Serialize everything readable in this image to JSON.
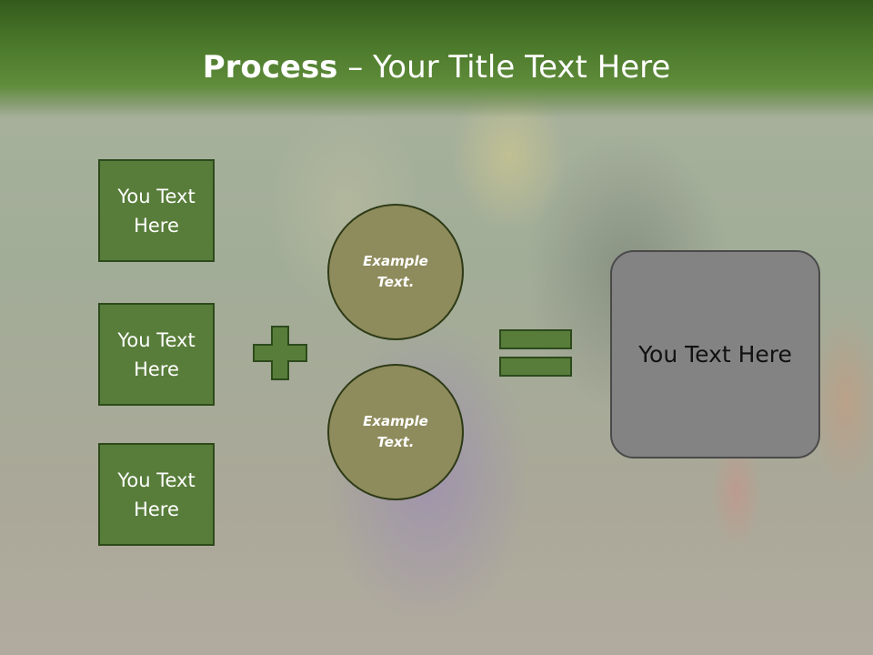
{
  "header": {
    "title_bold": "Process",
    "title_rest": " – Your Title Text Here"
  },
  "left_boxes": [
    {
      "label": "You Text Here"
    },
    {
      "label": "You Text Here"
    },
    {
      "label": "You Text Here"
    }
  ],
  "circles": [
    {
      "label": "Example Text."
    },
    {
      "label": "Example Text."
    }
  ],
  "operators": {
    "plus": "plus-icon",
    "equals": "equals-icon"
  },
  "result": {
    "label": "You Text Here"
  },
  "colors": {
    "header_green": "#4c7a2c",
    "box_fill": "#587d3a",
    "circle_fill": "#8e8b5c",
    "result_fill": "#838383"
  }
}
